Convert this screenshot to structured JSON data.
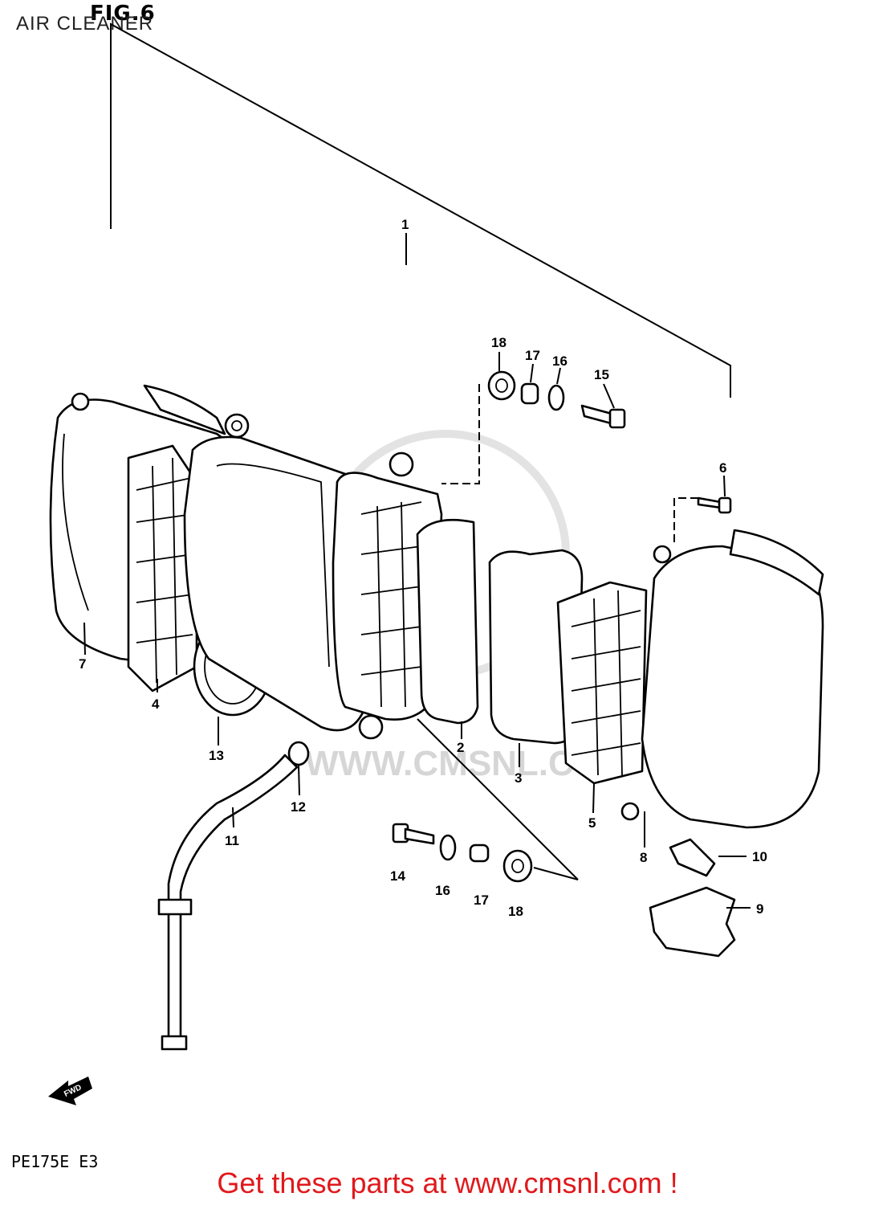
{
  "header": {
    "fig_label": "FIG.6",
    "section_title": "AIR CLEANER"
  },
  "callouts": {
    "c1": "1",
    "c2": "2",
    "c3": "3",
    "c4": "4",
    "c5": "5",
    "c6": "6",
    "c7": "7",
    "c8": "8",
    "c9": "9",
    "c10": "10",
    "c11": "11",
    "c12": "12",
    "c13": "13",
    "c14": "14",
    "c15": "15",
    "c16_top": "16",
    "c17_top": "17",
    "c18_top": "18",
    "c16_bottom": "16",
    "c17_bottom": "17",
    "c18_bottom": "18"
  },
  "fwd_marker": "FWD",
  "watermark": "WWW.CMSNL.COM",
  "model_code": "PE175E E3",
  "footer": {
    "link_text": "Get these parts at www.cmsnl.com !",
    "link_color": "#e0191c"
  }
}
